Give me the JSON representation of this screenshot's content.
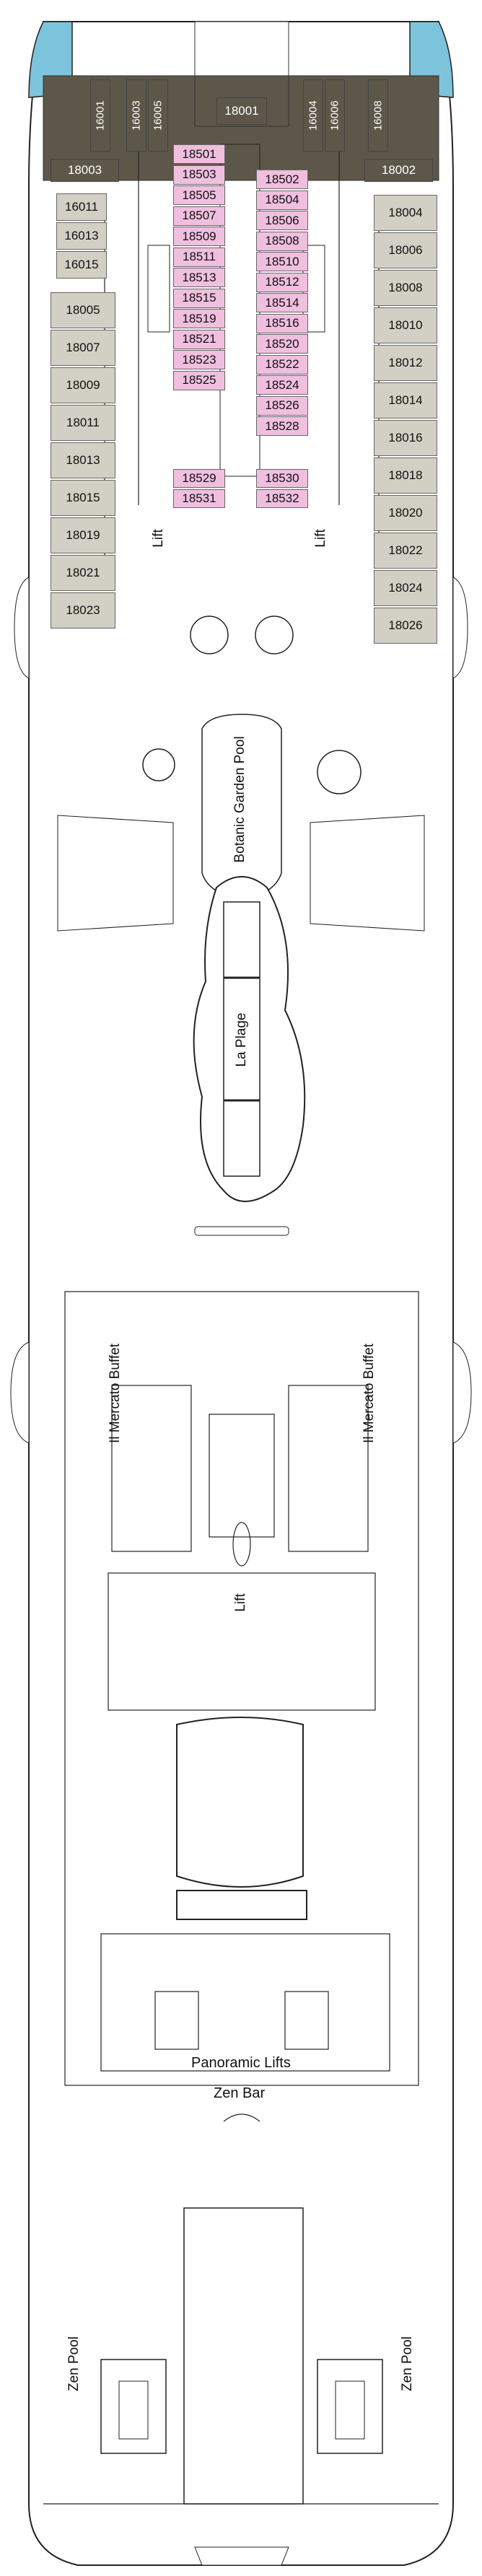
{
  "deck_cabins": {
    "forward_suites": [
      "18001",
      "18003",
      "18002"
    ],
    "forward_small": [
      "16001",
      "16003",
      "16005",
      "16004",
      "16006",
      "16008"
    ],
    "port_side": [
      "18005",
      "18007",
      "18009",
      "18011",
      "18013",
      "18015",
      "18019",
      "18021",
      "18023"
    ],
    "port_inner": [
      "16011",
      "16013",
      "16015"
    ],
    "starboard_side": [
      "18004",
      "18006",
      "18008",
      "18010",
      "18012",
      "18014",
      "18016",
      "18018",
      "18020",
      "18022",
      "18024",
      "18026"
    ],
    "inner_left": [
      "18501",
      "18503",
      "18505",
      "18507",
      "18509",
      "18511",
      "18513",
      "18515",
      "18519",
      "18521",
      "18523",
      "18525"
    ],
    "inner_right": [
      "18502",
      "18504",
      "18506",
      "18508",
      "18510",
      "18512",
      "18514",
      "18516",
      "18520",
      "18522",
      "18524",
      "18526",
      "18528"
    ],
    "inner_bottom_left": [
      "18529",
      "18531"
    ],
    "inner_bottom_right": [
      "18530",
      "18532"
    ]
  },
  "venues": {
    "botanic": "Botanic Garden Pool",
    "laplage": "La Plage",
    "mercato_left": "Il Mercato Buffet",
    "mercato_right": "Il Mercato Buffet",
    "panoramic": "Panoramic Lifts",
    "zenbar": "Zen Bar",
    "zenpool_left": "Zen Pool",
    "zenpool_right": "Zen Pool",
    "lift1": "Lift",
    "lift2": "Lift",
    "lift3": "Lift"
  },
  "colors": {
    "standard_cabin": "#d2d0c4",
    "inside_cabin": "#f0bfdf",
    "suite": "#5c5748",
    "glass": "#7cc4dc"
  }
}
